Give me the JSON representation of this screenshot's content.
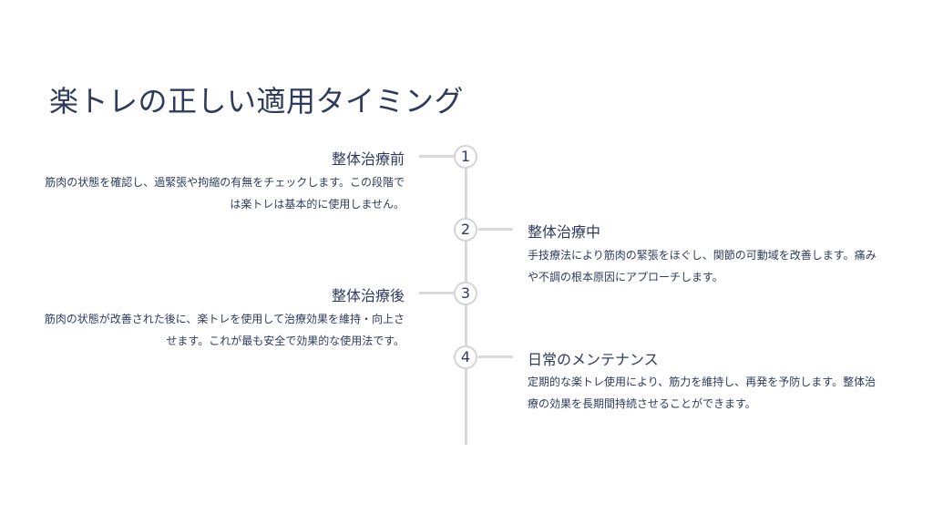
{
  "title": "楽トレの正しい適用タイミング",
  "steps": [
    {
      "number": "1",
      "title": "整体治療前",
      "desc": "筋肉の状態を確認し、過緊張や拘縮の有無をチェックします。この段階では楽トレは基本的に使用しません。"
    },
    {
      "number": "2",
      "title": "整体治療中",
      "desc": "手技療法により筋肉の緊張をほぐし、関節の可動域を改善します。痛みや不調の根本原因にアプローチします。"
    },
    {
      "number": "3",
      "title": "整体治療後",
      "desc": "筋肉の状態が改善された後に、楽トレを使用して治療効果を維持・向上させます。これが最も安全で効果的な使用法です。"
    },
    {
      "number": "4",
      "title": "日常のメンテナンス",
      "desc": "定期的な楽トレ使用により、筋力を維持し、再発を予防します。整体治療の効果を長期間持続させることができます。"
    }
  ]
}
